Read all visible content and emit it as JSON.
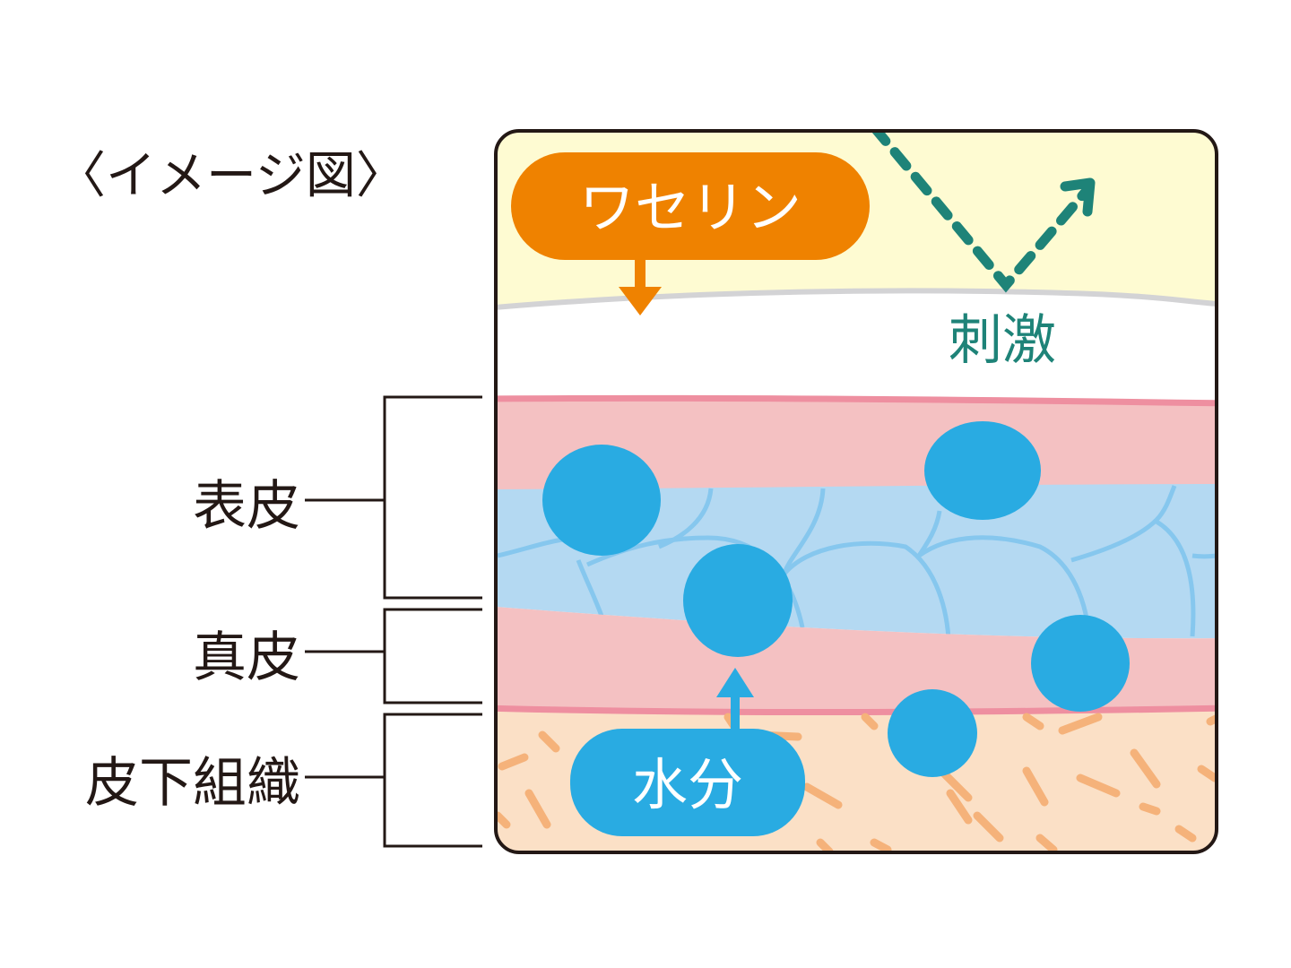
{
  "title": "〈イメージ図〉",
  "layers": [
    {
      "id": "epidermis",
      "label": "表皮"
    },
    {
      "id": "dermis",
      "label": "真皮"
    },
    {
      "id": "subcutaneous",
      "label": "皮下組織"
    }
  ],
  "badges": {
    "vaseline": "ワセリン",
    "moisture": "水分"
  },
  "stimulus_label": "刺激",
  "colors": {
    "vaseline_layer": "#fefbd2",
    "vaseline_badge": "#ef8200",
    "stimulus": "#1e8378",
    "moisture": "#29abe2",
    "epidermis_pink": "#f4c1c2",
    "pink_line": "#ee8fa0",
    "cells_blue": "#b4d9f2",
    "cell_lines": "#86c7ee",
    "subcutaneous": "#fbe0c6",
    "fat_dash": "#f5b27a",
    "outline": "#231815"
  }
}
